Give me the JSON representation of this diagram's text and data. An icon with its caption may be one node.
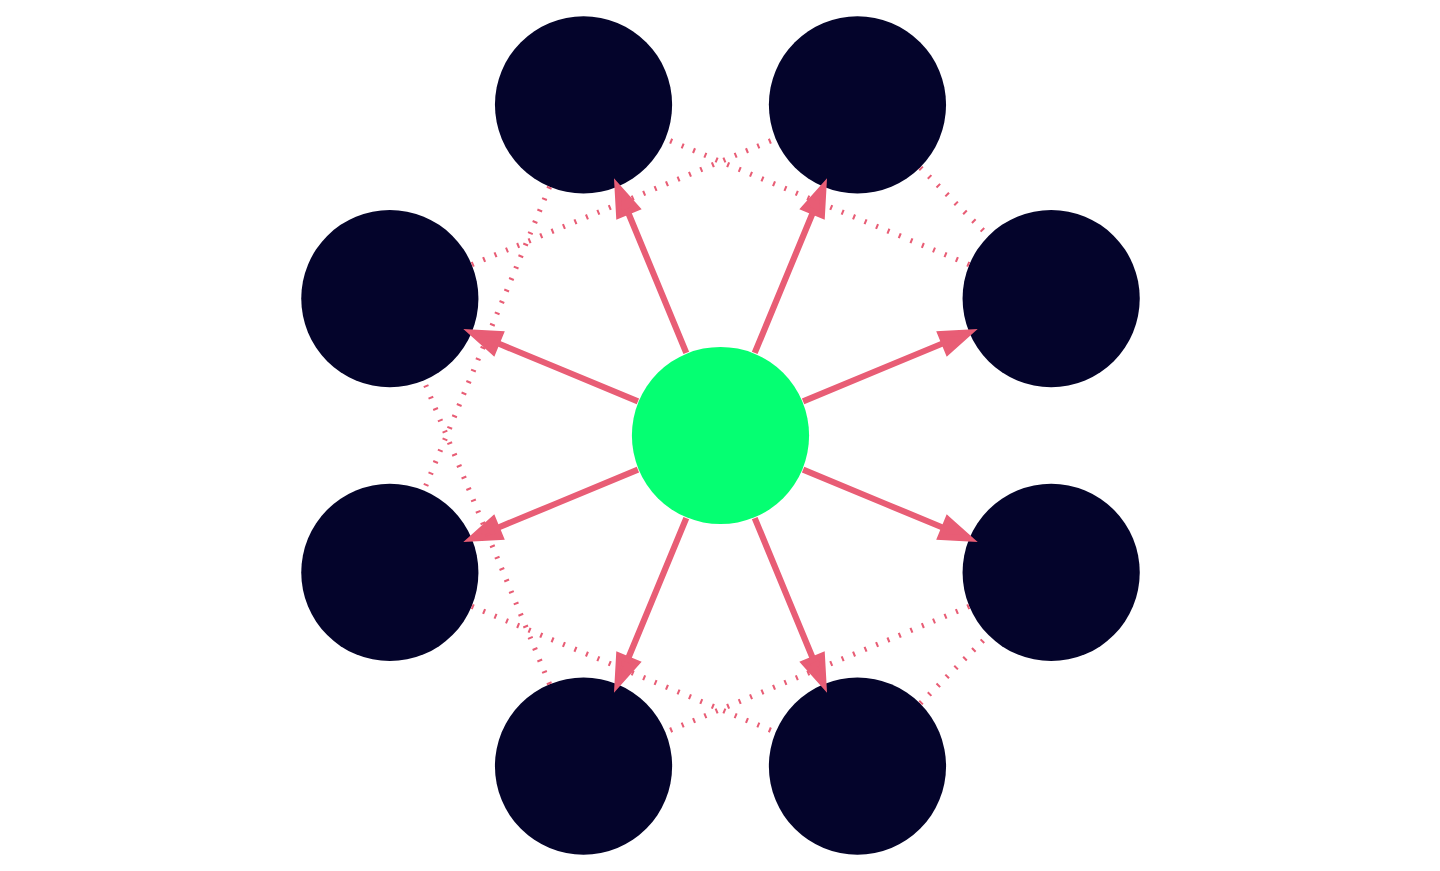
{
  "diagram": {
    "nodes": [
      {
        "text": [],
        "shape": "circle"
      },
      {
        "text": [],
        "shape": "circle"
      },
      {
        "text": [],
        "shape": "circle"
      },
      {
        "text": [],
        "shape": "circle"
      },
      {
        "text": [],
        "shape": "circle"
      },
      {
        "text": [],
        "shape": "circle"
      },
      {
        "text": [],
        "shape": "circle"
      },
      {
        "text": [],
        "shape": "circle"
      },
      {
        "text": [],
        "shape": "circle"
      }
    ],
    "edges": [
      {
        "from": 4,
        "to": 0,
        "arrow": "to"
      },
      {
        "from": 4,
        "to": 2,
        "arrow": "to"
      },
      {
        "from": 4,
        "to": 5,
        "arrow": "to"
      },
      {
        "from": 4,
        "to": 7,
        "arrow": "to"
      },
      {
        "from": 4,
        "to": 8,
        "arrow": "to"
      },
      {
        "from": 4,
        "to": 6,
        "arrow": "to"
      },
      {
        "from": 4,
        "to": 3,
        "arrow": "to"
      },
      {
        "from": 4,
        "to": 1,
        "arrow": "to"
      },
      {
        "from": 0,
        "to": 2,
        "arrow": "none",
        "style": "dashed"
      },
      {
        "from": 2,
        "to": 5,
        "arrow": "none",
        "style": "dashed"
      },
      {
        "from": 5,
        "to": 7,
        "arrow": "none",
        "style": "dashed"
      },
      {
        "from": 7,
        "to": 8,
        "arrow": "none",
        "style": "dashed"
      },
      {
        "from": 8,
        "to": 6,
        "arrow": "none",
        "style": "dashed"
      },
      {
        "from": 6,
        "to": 3,
        "arrow": "none",
        "style": "dashed"
      },
      {
        "from": 3,
        "to": 1,
        "arrow": "none",
        "style": "dashed"
      },
      {
        "from": 1,
        "to": 0,
        "arrow": "none",
        "style": "dashed"
      }
    ]
  }
}
